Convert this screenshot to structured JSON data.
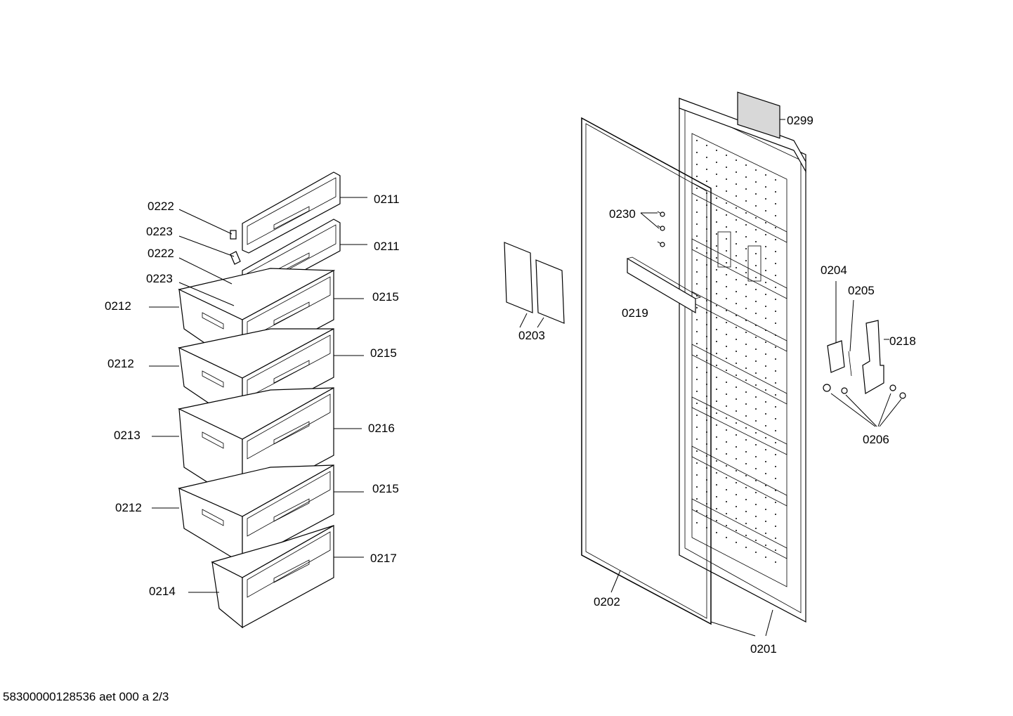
{
  "labels": {
    "p0211a": "0211",
    "p0211b": "0211",
    "p0222a": "0222",
    "p0223a": "0223",
    "p0222b": "0222",
    "p0223b": "0223",
    "p0212a": "0212",
    "p0215a": "0215",
    "p0212b": "0212",
    "p0215b": "0215",
    "p0213": "0213",
    "p0216": "0216",
    "p0212c": "0212",
    "p0215c": "0215",
    "p0217": "0217",
    "p0214": "0214",
    "p0299": "0299",
    "p0230": "0230",
    "p0219": "0219",
    "p0203": "0203",
    "p0204": "0204",
    "p0205": "0205",
    "p0218": "0218",
    "p0206": "0206",
    "p0202": "0202",
    "p0201": "0201"
  },
  "footer": "58300000128536 aet 000 a 2/3"
}
